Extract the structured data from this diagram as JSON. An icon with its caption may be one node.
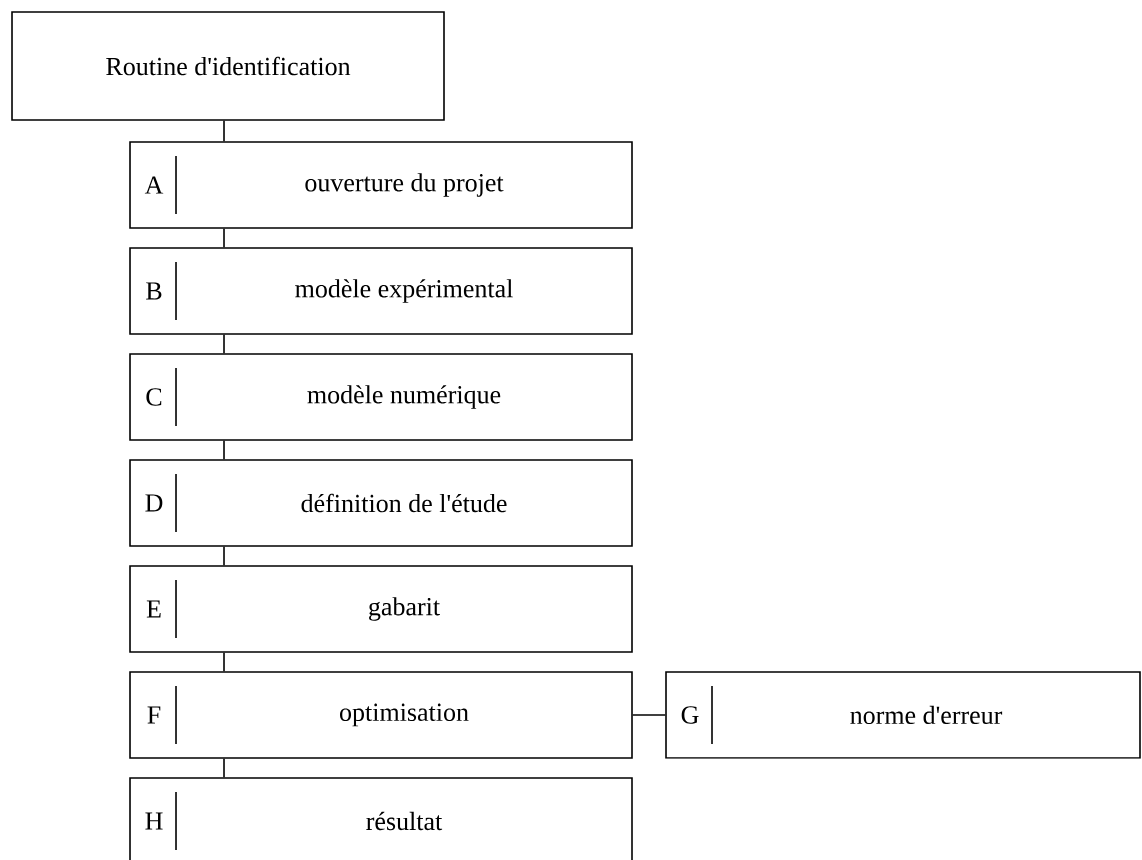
{
  "diagram": {
    "nodes": [
      {
        "text": [
          "Routine d'identification"
        ]
      },
      {
        "text": [
          "A",
          "ouverture du projet"
        ]
      },
      {
        "text": [
          "B",
          "modèle expérimental"
        ]
      },
      {
        "text": [
          "C",
          "modèle numérique"
        ]
      },
      {
        "text": [
          "D",
          "définition de l'étude"
        ]
      },
      {
        "text": [
          "E",
          "gabarit"
        ]
      },
      {
        "text": [
          "F",
          "optimisation"
        ]
      },
      {
        "text": [
          "G",
          "norme d'erreur"
        ]
      },
      {
        "text": [
          "H",
          "résultat"
        ]
      }
    ],
    "edges": [
      {
        "from": 0,
        "to": 1,
        "arrow": "none"
      },
      {
        "from": 1,
        "to": 2,
        "arrow": "none"
      },
      {
        "from": 2,
        "to": 3,
        "arrow": "none"
      },
      {
        "from": 3,
        "to": 4,
        "arrow": "none"
      },
      {
        "from": 4,
        "to": 5,
        "arrow": "none"
      },
      {
        "from": 5,
        "to": 6,
        "arrow": "none"
      },
      {
        "from": 6,
        "to": 7,
        "arrow": "none"
      },
      {
        "from": 6,
        "to": 8,
        "arrow": "none"
      }
    ]
  }
}
